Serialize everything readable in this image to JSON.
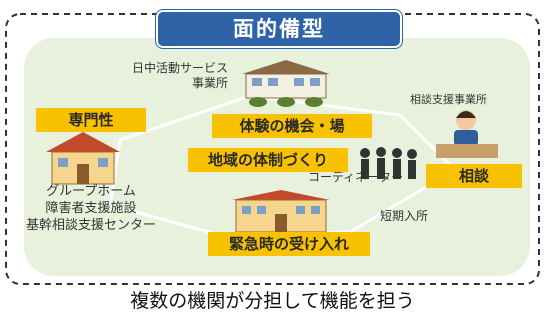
{
  "title": "面的備型",
  "labels": {
    "day_service": "日中活動サービス\n事業所",
    "consult_office": "相談支援事業所",
    "group_home": "グループホーム\n障害者支援施設\n基幹相談支援センター",
    "coordinator": "コーディネーター",
    "short_stay": "短期入所"
  },
  "functions": {
    "expertise": "専門性",
    "experience": "体験の機会・場",
    "community": "地域の体制づくり",
    "consultation": "相談",
    "emergency": "緊急時の受け入れ"
  },
  "caption": "複数の機関が分担して機能を担う",
  "colors": {
    "frame_border": "#333333",
    "background": "#e8f1dc",
    "title_bg": "#2f63a8",
    "function_bg": "#f9c200"
  },
  "icons": [
    "day-activity-building-icon",
    "counselor-person-icon",
    "group-home-house-icon",
    "people-icon",
    "short-stay-building-icon"
  ]
}
